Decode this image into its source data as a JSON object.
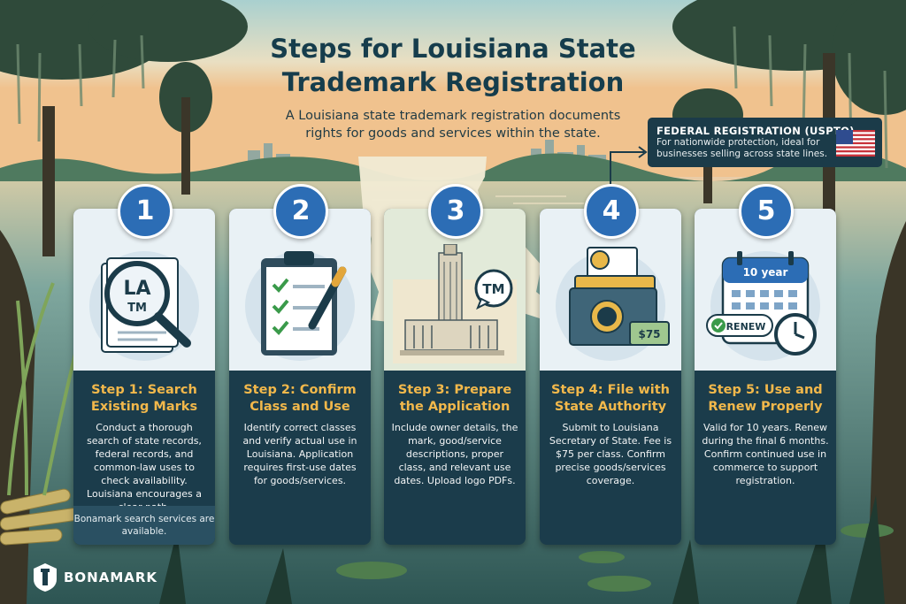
{
  "title_line1": "Steps for Louisiana State",
  "title_line2": "Trademark Registration",
  "subtitle": "A Louisiana state trademark registration documents rights for goods and services within the state.",
  "federal": {
    "title": "FEDERAL REGISTRATION (USPTO).",
    "body": "For nationwide protection, ideal for businesses selling across state lines."
  },
  "steps": [
    {
      "number": "1",
      "title": "Step 1: Search Existing Marks",
      "body": "Conduct a thorough search of state records, federal records, and common-law uses to check availability. Louisiana encourages a clear path.",
      "note": "Bonamark search services are available.",
      "art_text": [
        "LA",
        "TM"
      ]
    },
    {
      "number": "2",
      "title": "Step 2: Confirm Class and Use",
      "body": "Identify correct classes and verify actual use in Louisiana. Application requires first-use dates for goods/services."
    },
    {
      "number": "3",
      "title": "Step 3: Prepare the Application",
      "body": "Include owner details, the mark, good/service descriptions, proper class, and relevant use dates. Upload logo PDFs.",
      "art_text": [
        "TM"
      ]
    },
    {
      "number": "4",
      "title": "Step 4: File with State Authority",
      "body": "Submit to Louisiana Secretary of State. Fee is $75 per class. Confirm precise goods/services coverage.",
      "art_text": [
        "$75"
      ]
    },
    {
      "number": "5",
      "title": "Step 5: Use and Renew Properly",
      "body": "Valid for 10 years. Renew during the final 6 months. Confirm continued use in commerce to support registration.",
      "art_text": [
        "10 year",
        "RENEW"
      ]
    }
  ],
  "brand": "BONAMARK",
  "colors": {
    "card_dark": "#1b3c4b",
    "card_light": "#e9f1f5",
    "accent_gold": "#f2b84b",
    "badge_blue": "#2c6db5",
    "title": "#163d4c"
  },
  "icons": [
    "magnifier-icon",
    "clipboard-checklist-icon",
    "capitol-building-icon",
    "folder-seal-icon",
    "calendar-clock-icon",
    "usa-flag-icon",
    "lighthouse-logo-icon"
  ]
}
